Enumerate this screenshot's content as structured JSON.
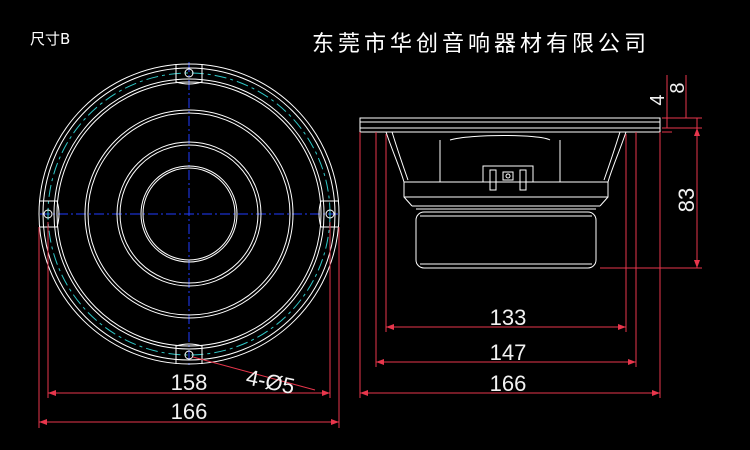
{
  "header": {
    "size_label": "尺寸B",
    "company_name": "东莞市华创音响器材有限公司"
  },
  "front_view": {
    "dim_inner": "158",
    "dim_outer": "166",
    "hole_note": "4-Ø5"
  },
  "side_view": {
    "dim_133": "133",
    "dim_147": "147",
    "dim_166": "166",
    "dim_depth": "83",
    "dim_4": "4",
    "dim_8": "8"
  },
  "colors": {
    "background": "#000000",
    "outline": "#ffffff",
    "dimension": "#e8364c",
    "centerline": "#1f3cff",
    "gasket": "#2fc7c7",
    "text": "#ffffff"
  }
}
